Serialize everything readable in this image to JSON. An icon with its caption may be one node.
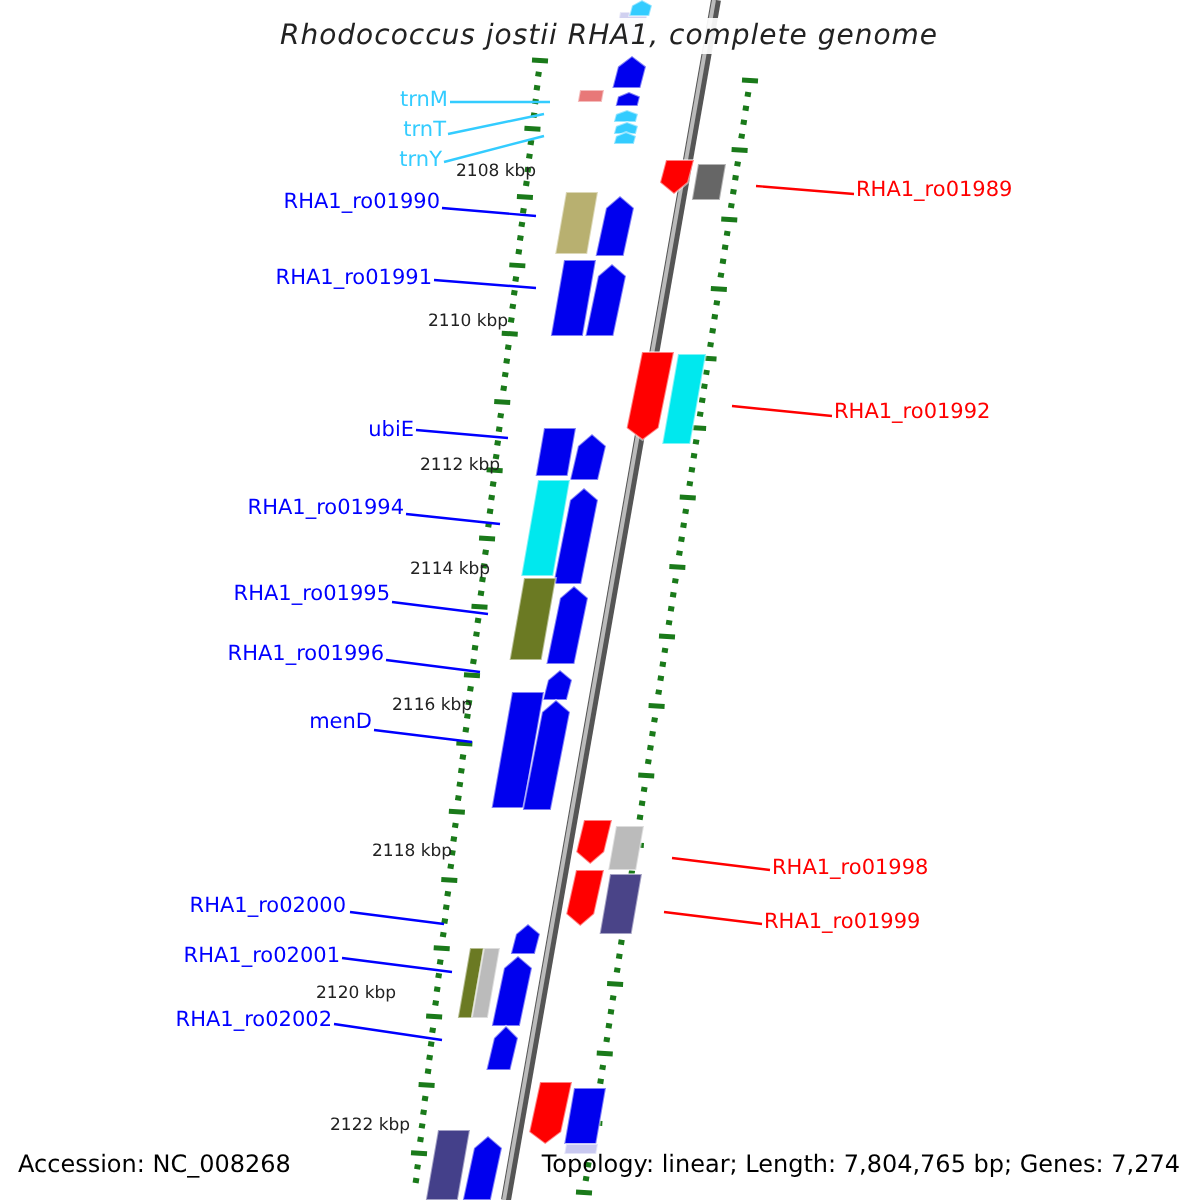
{
  "diagram": {
    "title": "Rhodococcus jostii RHA1, complete genome",
    "nodes": [
      {
        "text": [
          "trnM"
        ]
      },
      {
        "text": [
          "trnT"
        ]
      },
      {
        "text": [
          "trnY"
        ]
      },
      {
        "text": [
          "RHA1_ro01989"
        ]
      },
      {
        "text": [
          "RHA1_ro01990"
        ]
      },
      {
        "text": [
          "RHA1_ro01991"
        ]
      },
      {
        "text": [
          "RHA1_ro01992"
        ]
      },
      {
        "text": [
          "ubiE"
        ]
      },
      {
        "text": [
          "RHA1_ro01994"
        ]
      },
      {
        "text": [
          "RHA1_ro01995"
        ]
      },
      {
        "text": [
          "RHA1_ro01996"
        ]
      },
      {
        "text": [
          "menD"
        ]
      },
      {
        "text": [
          "RHA1_ro01998"
        ]
      },
      {
        "text": [
          "RHA1_ro01999"
        ]
      },
      {
        "text": [
          "RHA1_ro02000"
        ]
      },
      {
        "text": [
          "RHA1_ro02001"
        ]
      },
      {
        "text": [
          "RHA1_ro02002"
        ]
      }
    ],
    "edges": [
      {
        "from": 0,
        "to": null,
        "arrow": "none",
        "color": "#33ccff"
      },
      {
        "from": 1,
        "to": null,
        "arrow": "none",
        "color": "#33ccff"
      },
      {
        "from": 2,
        "to": null,
        "arrow": "none",
        "color": "#33ccff"
      },
      {
        "from": 3,
        "to": null,
        "arrow": "none",
        "color": "#ff0000"
      },
      {
        "from": 4,
        "to": null,
        "arrow": "none"
      },
      {
        "from": 5,
        "to": null,
        "arrow": "none"
      },
      {
        "from": 6,
        "to": null,
        "arrow": "none",
        "color": "#ff0000"
      },
      {
        "from": 7,
        "to": null,
        "arrow": "none"
      },
      {
        "from": 8,
        "to": null,
        "arrow": "none"
      },
      {
        "from": 9,
        "to": null,
        "arrow": "none"
      },
      {
        "from": 10,
        "to": null,
        "arrow": "none"
      },
      {
        "from": 11,
        "to": null,
        "arrow": "none"
      },
      {
        "from": 12,
        "to": null,
        "arrow": "none",
        "color": "#ff0000"
      },
      {
        "from": 13,
        "to": null,
        "arrow": "none",
        "color": "#ff0000"
      },
      {
        "from": 14,
        "to": null,
        "arrow": "none"
      },
      {
        "from": 15,
        "to": null,
        "arrow": "none"
      },
      {
        "from": 16,
        "to": null,
        "arrow": "none"
      }
    ],
    "labels": [
      "2108 kbp",
      "2110 kbp",
      "2112 kbp",
      "2114 kbp",
      "2116 kbp",
      "2118 kbp",
      "2120 kbp",
      "2122 kbp",
      "Accession: NC_008268",
      "Topology: linear; Length: 7,804,765 bp; Genes: 7,274"
    ]
  }
}
